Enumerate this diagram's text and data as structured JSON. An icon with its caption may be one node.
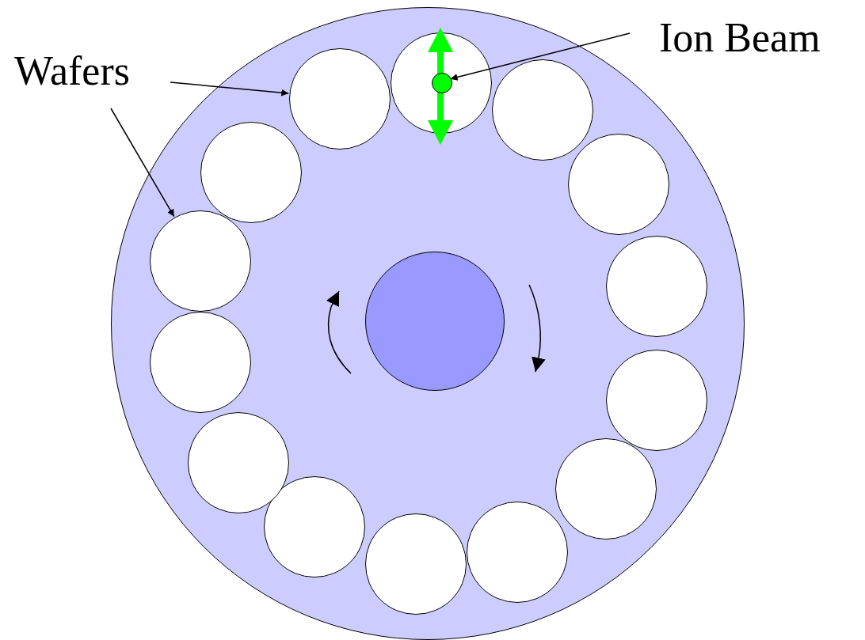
{
  "diagram": {
    "nodes": [
      {
        "text": [
          "Wafers"
        ]
      },
      {
        "text": [
          "Ion Beam"
        ]
      },
      {
        "text": [],
        "shape": "circle"
      },
      {
        "text": [],
        "shape": "circle",
        "in": 2
      },
      {
        "text": [],
        "shape": "circle",
        "in": 2
      },
      {
        "text": [],
        "shape": "circle",
        "in": 2
      },
      {
        "text": [],
        "shape": "circle",
        "in": 2
      },
      {
        "text": [],
        "shape": "circle",
        "in": 2
      },
      {
        "text": [],
        "shape": "circle",
        "in": 2
      },
      {
        "text": [],
        "shape": "circle",
        "in": 2
      },
      {
        "text": [],
        "shape": "circle",
        "in": 2
      },
      {
        "text": [],
        "shape": "circle",
        "in": 2
      },
      {
        "text": [],
        "shape": "circle",
        "in": 2
      },
      {
        "text": [],
        "shape": "circle",
        "in": 2
      },
      {
        "text": [],
        "shape": "circle",
        "in": 2
      },
      {
        "text": [],
        "shape": "circle",
        "in": 2
      },
      {
        "text": [],
        "shape": "circle",
        "in": 2
      },
      {
        "text": [],
        "shape": "circle",
        "in": 2
      },
      {
        "text": [],
        "shape": "circle",
        "in": 3
      }
    ],
    "edges": [
      {
        "from": 0,
        "to": 16,
        "arrow": "to"
      },
      {
        "from": 0,
        "to": 14,
        "arrow": "to"
      },
      {
        "from": 1,
        "to": 18,
        "arrow": "to"
      }
    ]
  }
}
